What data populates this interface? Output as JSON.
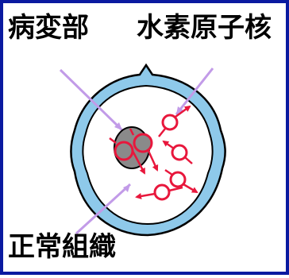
{
  "labels": {
    "lesion": "病変部",
    "hydrogen_nucleus": "水素原子核",
    "normal_tissue": "正常組織"
  },
  "colors": {
    "border": "#0a1aa0",
    "head_fill": "#8ec9ea",
    "head_stroke": "#000000",
    "leader": "#c29be8",
    "nucleus": "#e8173c",
    "lesion_fill": "#8a8a8a"
  }
}
